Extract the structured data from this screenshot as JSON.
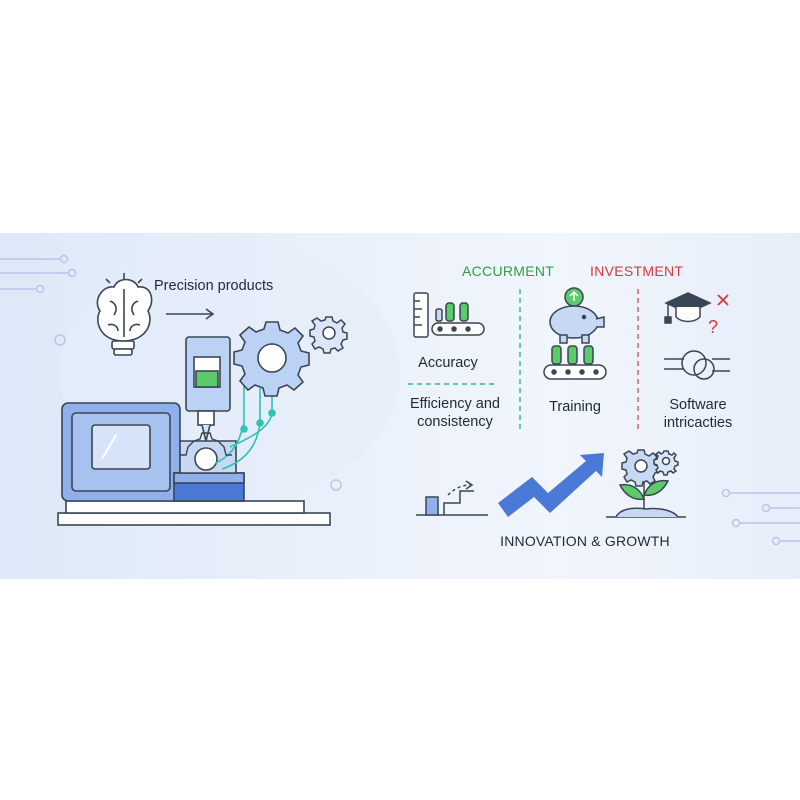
{
  "precision_label": "Precision products",
  "headers": {
    "accurment": "ACCURMENT",
    "investment": "INVESTMENT"
  },
  "labels": {
    "accuracy": "Accuracy",
    "efficiency": "Efficiency and\nconsistency",
    "training": "Training",
    "software": "Software\nintricacties"
  },
  "footer": "INNOVATION & GROWTH",
  "colors": {
    "green": "#2e9e46",
    "red": "#d23b3b",
    "blue": "#4a79d8",
    "line": "#3a4654"
  },
  "icons": [
    "brain-bulb-icon",
    "cnc-machine-icon",
    "gear-icon",
    "ruler-icon",
    "conveyor-icon",
    "piggy-bank-icon",
    "graduation-cap-icon",
    "knot-icon",
    "steps-icon",
    "growth-arrow-icon",
    "plant-gear-icon"
  ]
}
